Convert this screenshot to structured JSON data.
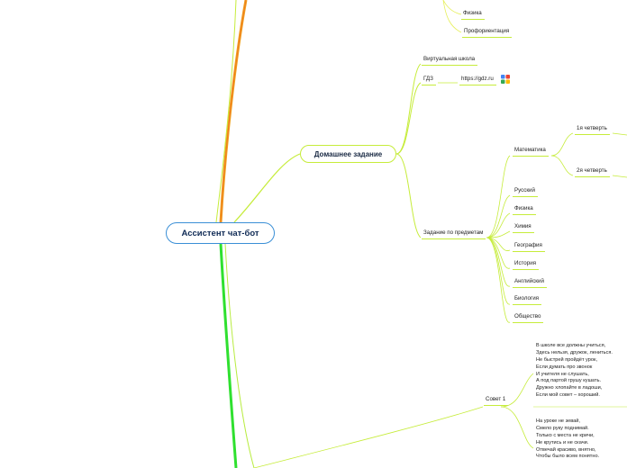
{
  "root": "Ассистент чат-бот",
  "top_nodes": [
    "Физика",
    "Профориентация"
  ],
  "homework": {
    "title": "Домашнее задание",
    "virtual_school": "Виртуальная школа",
    "gdz": "ГДЗ",
    "gdz_url": "https://gdz.ru",
    "subject_tasks": "Задание по предметам"
  },
  "subjects": [
    "Математика",
    "Русский",
    "Физика",
    "Химия",
    "География",
    "История",
    "Английский",
    "Биология",
    "Общество"
  ],
  "math_quarters": [
    "1я четверть",
    "2я четверть"
  ],
  "advice": {
    "title": "Совет 1",
    "poem1": [
      "В школе все должны учиться,",
      "Здесь нельзя, дружок, лениться.",
      "Не быстрей пройдёт урок,",
      "Если думать про звонок",
      "И учителя не слушать,",
      "А под партой грушу кушать.",
      "Дружно хлопайте в ладоши,",
      "Если мой совет – хороший."
    ],
    "poem2": [
      "На уроке не зевай,",
      "Смело руку поднимай.",
      "Только с места не кричи,",
      "Не крутись и не скачи.",
      "Отвечай красиво, внятно,",
      "Чтобы было всем понятно."
    ]
  },
  "colors": {
    "root_border": "#3a8fd6",
    "branch_lime": "#c6ec3a",
    "branch_orange": "#f0a01e",
    "branch_green": "#2fe02f"
  }
}
